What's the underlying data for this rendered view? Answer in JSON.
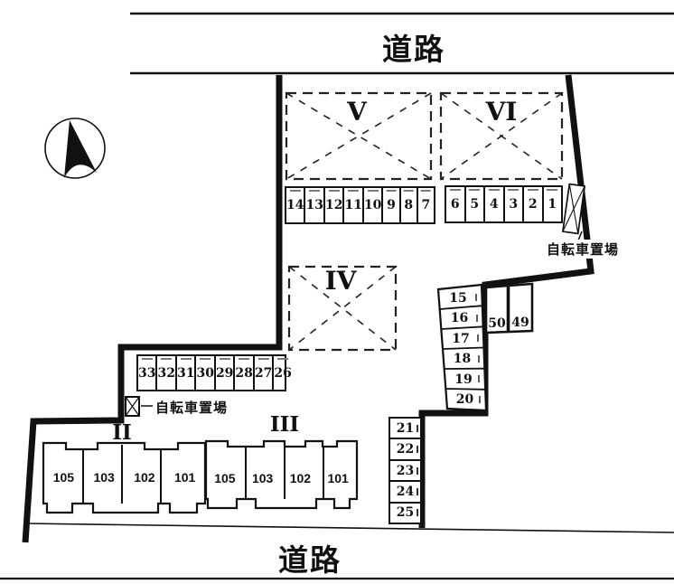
{
  "roads": {
    "top_label": "道路",
    "bottom_label": "道路"
  },
  "bicycle": {
    "left_label": "自転車置場",
    "right_label": "自転車置場"
  },
  "blocks": {
    "v_label": "V",
    "vi_label": "VI",
    "iv_label": "IV",
    "ii_label": "II",
    "iii_label": "III",
    "ii_units": [
      "105",
      "103",
      "102",
      "101"
    ],
    "iii_units": [
      "105",
      "103",
      "102",
      "101"
    ]
  },
  "parking": {
    "row_north_west": [
      "14",
      "13",
      "12",
      "11",
      "10",
      "9",
      "8",
      "7"
    ],
    "row_north_east": [
      "6",
      "5",
      "4",
      "3",
      "2",
      "1"
    ],
    "row_center": [
      "33",
      "32",
      "31",
      "30",
      "29",
      "28",
      "27",
      "26"
    ],
    "col_east": [
      "15",
      "16",
      "17",
      "18",
      "19",
      "20"
    ],
    "pair_east": [
      "50",
      "49"
    ],
    "col_south": [
      "21",
      "22",
      "23",
      "24",
      "25"
    ]
  },
  "colors": {
    "ink": "#111111",
    "dash": "#333333",
    "tick": "#7a7a7a"
  }
}
